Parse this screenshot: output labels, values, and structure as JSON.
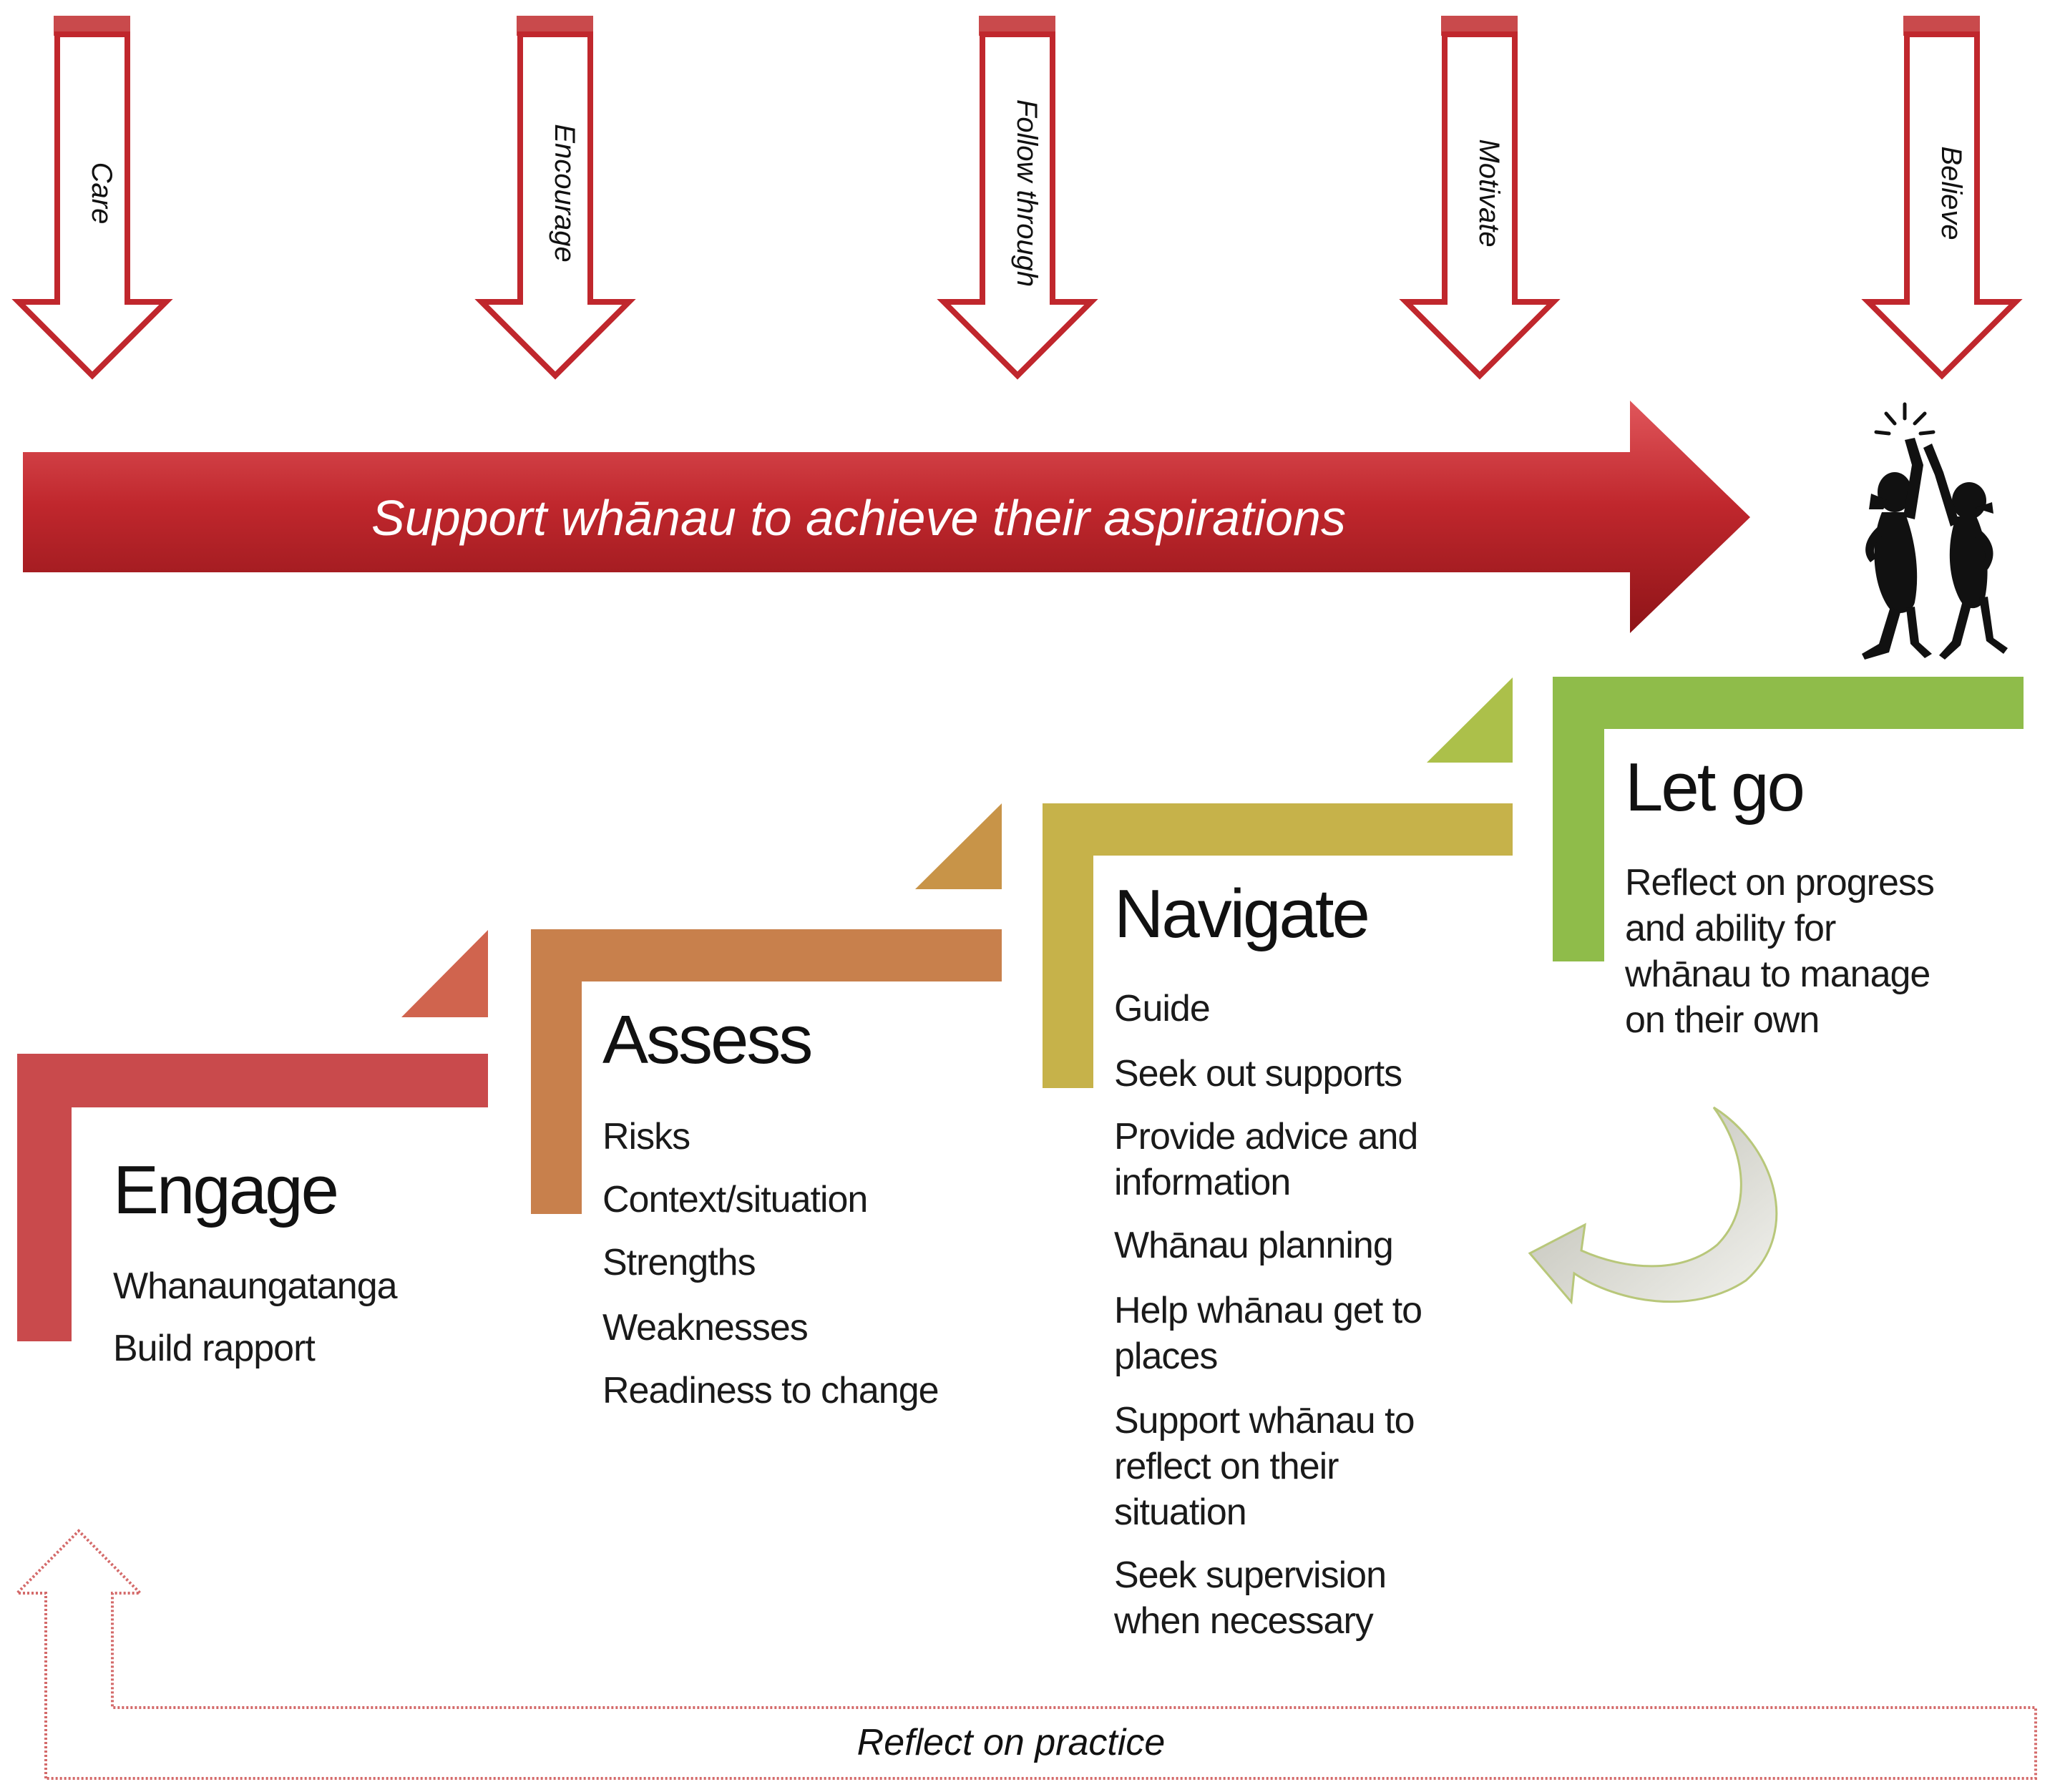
{
  "down_arrows": [
    {
      "label": "Care"
    },
    {
      "label": "Encourage"
    },
    {
      "label": "Follow through"
    },
    {
      "label": "Motivate"
    },
    {
      "label": "Believe"
    }
  ],
  "banner": {
    "text": "Support whānau to achieve their aspirations"
  },
  "stages": [
    {
      "title": "Engage",
      "color": "#c94a4c",
      "items": [
        "Whanaungatanga",
        "Build rapport"
      ]
    },
    {
      "title": "Assess",
      "color": "#c8804c",
      "items": [
        "Risks",
        "Context/situation",
        "Strengths",
        "Weaknesses",
        "Readiness to change"
      ]
    },
    {
      "title": "Navigate",
      "color": "#c6b24a",
      "items": [
        "Guide",
        "Seek out supports",
        "Provide advice and",
        "information",
        "Whānau planning",
        "Help whānau get to",
        "places",
        "Support whānau to",
        "reflect on their",
        "situation",
        "Seek supervision",
        "when necessary"
      ]
    },
    {
      "title": "Let go",
      "color": "#8fbc4a",
      "items": [
        "Reflect on progress",
        "and ability for",
        "whānau to manage",
        "on their own"
      ]
    }
  ],
  "feedback_loop": {
    "label": "Reflect on practice"
  },
  "colors": {
    "arrow_red": "#c0272d",
    "arrow_outline": "#c0272d",
    "loop_outline": "#d46a6a",
    "curve_gray": "#c9c9c0"
  },
  "icons": [
    "high-five-figures-icon",
    "return-curve-arrow-icon"
  ]
}
